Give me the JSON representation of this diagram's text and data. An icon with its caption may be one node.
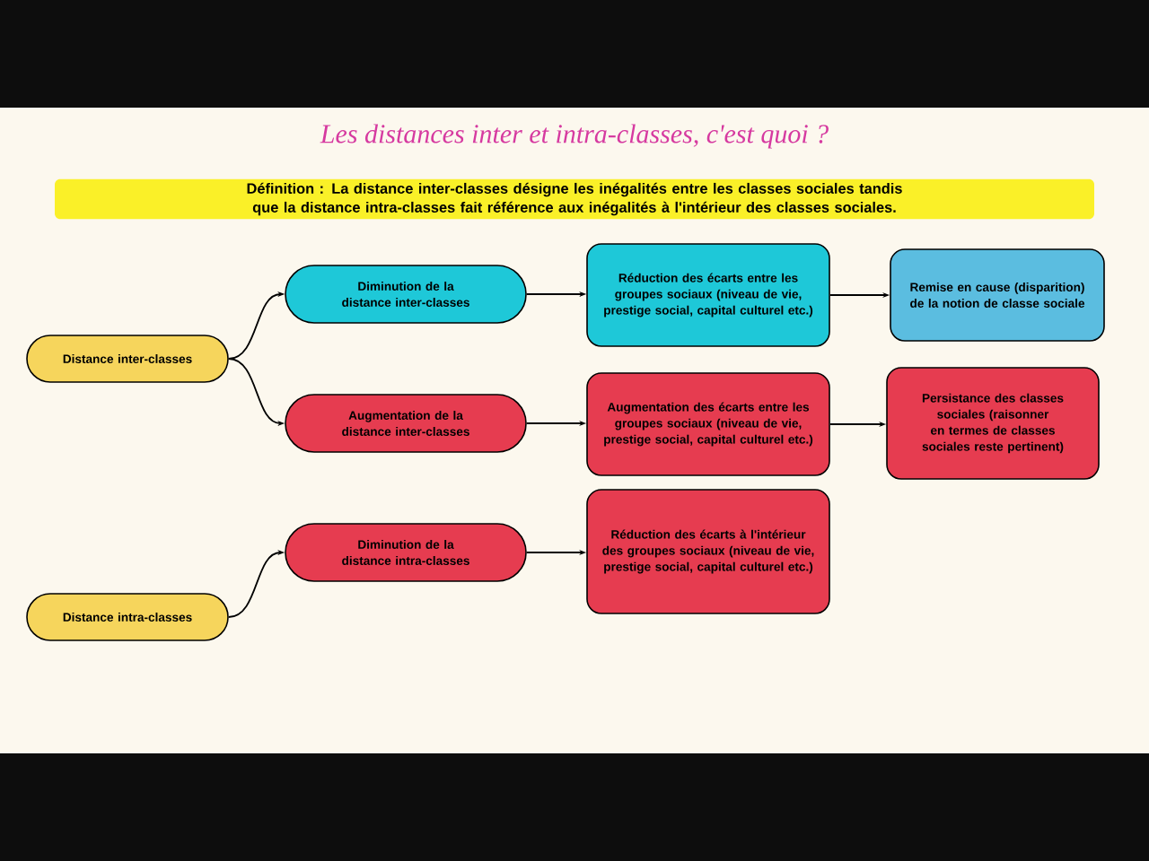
{
  "diagram": {
    "title": "Les distances inter et intra-classes, c'est quoi ?",
    "nodes": [
      {
        "text": [
          "Distance inter-classes"
        ]
      },
      {
        "text": [
          "Diminution de la distance inter-classes"
        ]
      },
      {
        "text": [
          "Augmentation de la distance inter-classes"
        ]
      },
      {
        "text": [
          "Distance intra-classes"
        ]
      },
      {
        "text": [
          "Diminution de la distance intra-classes"
        ]
      },
      {
        "text": [
          "Réduction des écarts entre les groupes sociaux (niveau de vie, prestige social, capital culturel etc.)"
        ]
      },
      {
        "text": [
          "Remise en cause (disparition) de la notion de classe sociale"
        ]
      },
      {
        "text": [
          "Augmentation des écarts entre les groupes sociaux (niveau de vie, prestige social, capital culturel etc.)"
        ]
      },
      {
        "text": [
          "Persistance des classes sociales (raisonner en termes de classes sociales reste pertinent)"
        ]
      },
      {
        "text": [
          "Réduction des écarts à l'intérieur des groupes sociaux  (niveau de vie, prestige social, capital culturel etc.)"
        ]
      }
    ],
    "edges": [
      {
        "from": 0,
        "to": 1,
        "arrow": "to"
      },
      {
        "from": 0,
        "to": 2,
        "arrow": "to"
      },
      {
        "from": 1,
        "to": 5,
        "arrow": "to"
      },
      {
        "from": 2,
        "to": 7,
        "arrow": "to"
      },
      {
        "from": 3,
        "to": 4,
        "arrow": "to"
      },
      {
        "from": 4,
        "to": 9,
        "arrow": "to"
      },
      {
        "from": 5,
        "to": 6,
        "arrow": "to"
      },
      {
        "from": 7,
        "to": 8,
        "arrow": "to"
      }
    ],
    "labels": [
      "**Définition** : La distance inter-classes désigne les inégalités entre les classes sociales tandis que la distance intra-classes fait référence aux inégalités à l'intérieur des classes sociales."
    ]
  }
}
